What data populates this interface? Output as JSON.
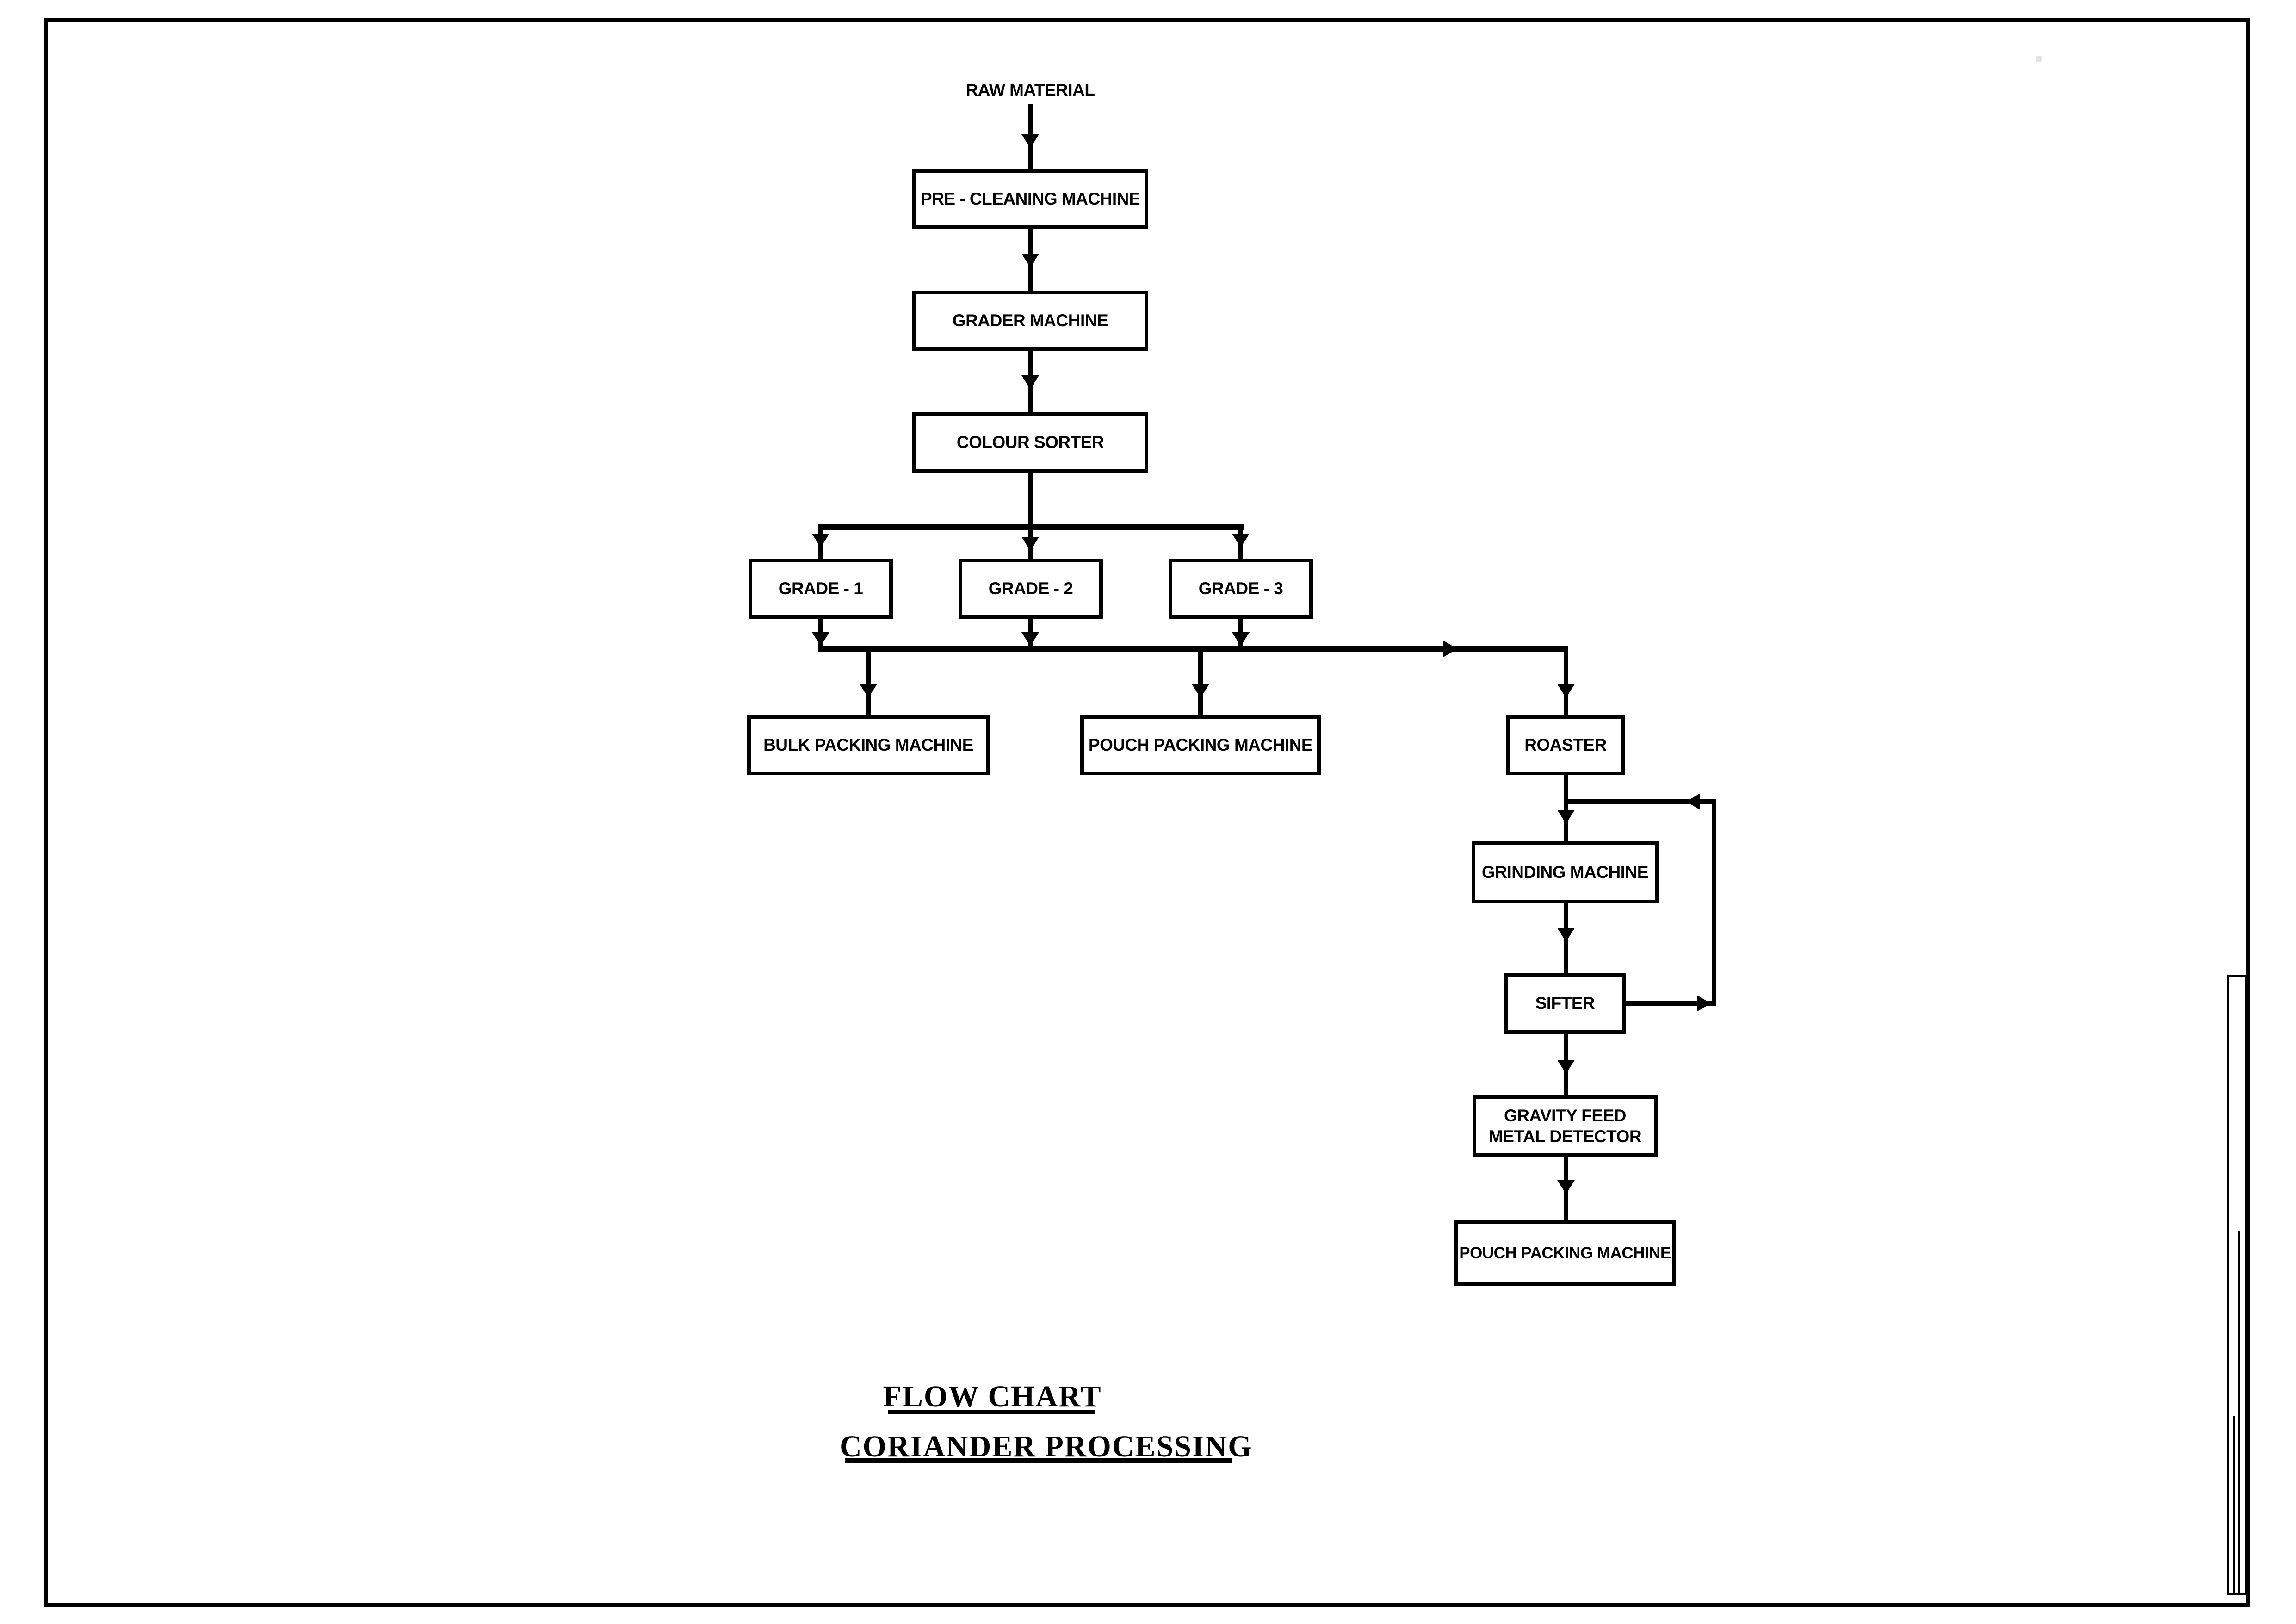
{
  "colors": {
    "ink": "#000000",
    "paper": "#ffffff"
  },
  "title": {
    "line1": "FLOW CHART",
    "line2": "CORIANDER PROCESSING"
  },
  "nodes": {
    "raw_material": "RAW MATERIAL",
    "pre_cleaning": "PRE - CLEANING MACHINE",
    "grader": "GRADER MACHINE",
    "colour_sorter": "COLOUR SORTER",
    "grade_1": "GRADE - 1",
    "grade_2": "GRADE - 2",
    "grade_3": "GRADE - 3",
    "bulk_packing": "BULK PACKING MACHINE",
    "pouch_packing": "POUCH PACKING MACHINE",
    "roaster": "ROASTER",
    "grinding": "GRINDING MACHINE",
    "sifter": "SIFTER",
    "gravity_feed_line1": "GRAVITY FEED",
    "gravity_feed_line2": "METAL DETECTOR",
    "pouch_packing_final": "POUCH PACKING MACHINE"
  },
  "edges": [
    {
      "from": "raw_material",
      "to": "pre_cleaning"
    },
    {
      "from": "pre_cleaning",
      "to": "grader"
    },
    {
      "from": "grader",
      "to": "colour_sorter"
    },
    {
      "from": "colour_sorter",
      "to": "grade_1"
    },
    {
      "from": "colour_sorter",
      "to": "grade_2"
    },
    {
      "from": "colour_sorter",
      "to": "grade_3"
    },
    {
      "from": "grade_1",
      "to": "merge"
    },
    {
      "from": "grade_2",
      "to": "merge"
    },
    {
      "from": "grade_3",
      "to": "merge"
    },
    {
      "from": "merge",
      "to": "bulk_packing"
    },
    {
      "from": "merge",
      "to": "pouch_packing"
    },
    {
      "from": "merge",
      "to": "roaster"
    },
    {
      "from": "roaster",
      "to": "grinding"
    },
    {
      "from": "grinding",
      "to": "sifter"
    },
    {
      "from": "sifter",
      "to": "grinding"
    },
    {
      "from": "sifter",
      "to": "gravity_feed"
    },
    {
      "from": "gravity_feed",
      "to": "pouch_packing_final"
    }
  ]
}
